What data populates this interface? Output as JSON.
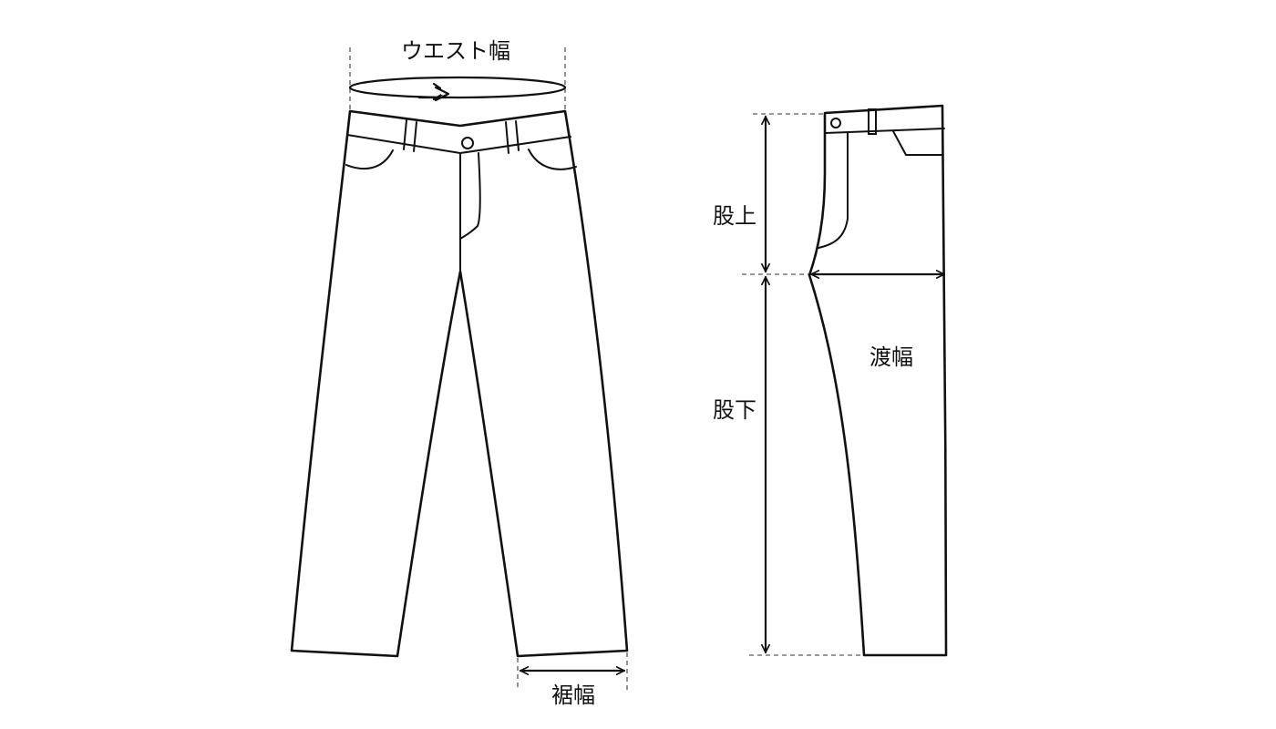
{
  "labels": {
    "waist_width": "ウエスト幅",
    "hem_width": "裾幅",
    "rise": "股上",
    "inseam": "股下",
    "thigh_width": "渡幅"
  },
  "colors": {
    "line": "#111111",
    "guide": "#777777",
    "background": "#ffffff"
  }
}
